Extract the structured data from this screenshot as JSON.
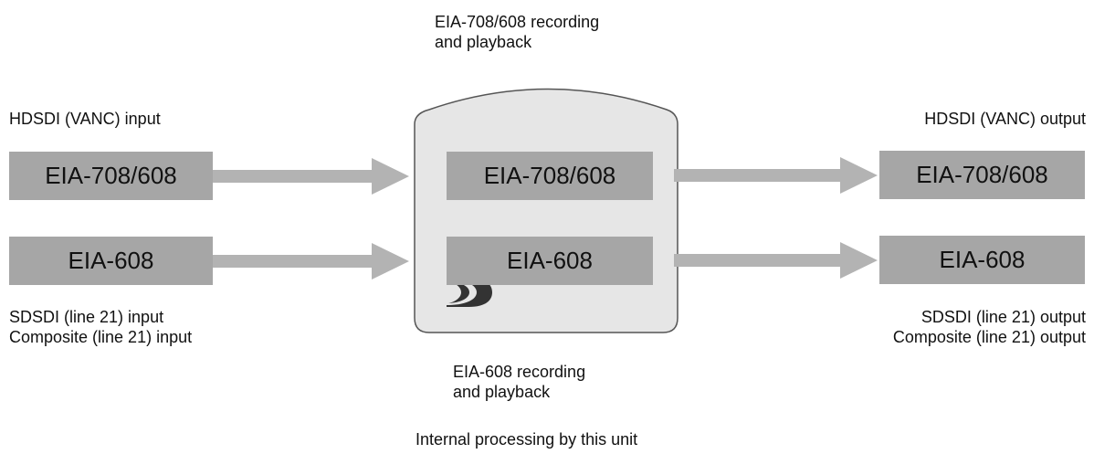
{
  "captions": {
    "top_line1": "EIA-708/608 recording",
    "top_line2": "and playback",
    "hd_input": "HDSDI (VANC) input",
    "hd_output": "HDSDI (VANC) output",
    "sd_input_line1": "SDSDI (line 21) input",
    "sd_input_line2": "Composite (line 21) input",
    "sd_output_line1": "SDSDI (line 21) output",
    "sd_output_line2": "Composite (line 21) output",
    "bottom_line1": "EIA-608 recording",
    "bottom_line2": "and playback",
    "footer": "Internal processing by this unit"
  },
  "boxes": {
    "input_708": "EIA-708/608",
    "input_608": "EIA-608",
    "unit_708": "EIA-708/608",
    "unit_608": "EIA-608",
    "output_708": "EIA-708/608",
    "output_608": "EIA-608"
  },
  "icons": {
    "unit_logo": "sony-d-logo-icon"
  },
  "colors": {
    "box_fill": "#a6a6a6",
    "arrow_fill": "#b3b3b3",
    "unit_fill": "#e6e6e6",
    "unit_stroke": "#555555"
  }
}
